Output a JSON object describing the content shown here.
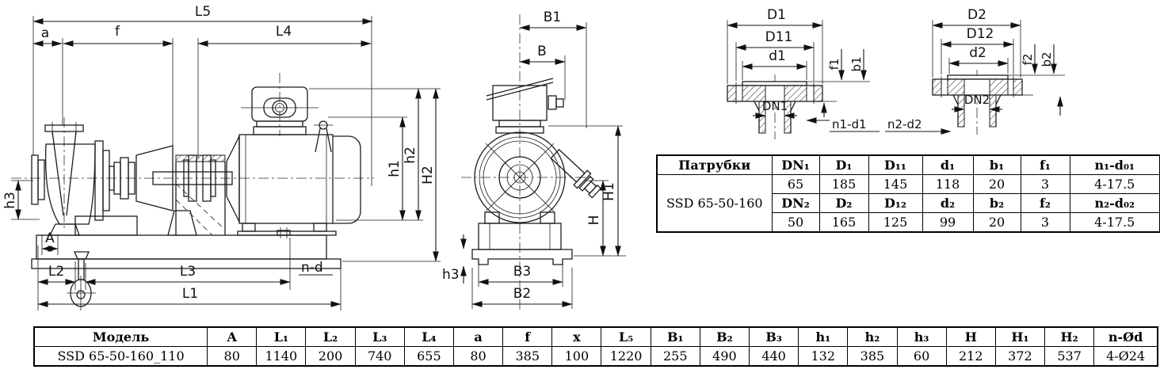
{
  "side_view": {
    "labels": {
      "L5": "L5",
      "a": "a",
      "f": "f",
      "L4": "L4",
      "h1": "h1",
      "h2": "h2",
      "H2": "H2",
      "h3": "h3",
      "A": "A",
      "L2": "L2",
      "L3": "L3",
      "n_d": "n-d",
      "L1": "L1"
    }
  },
  "front_view": {
    "labels": {
      "B1": "B1",
      "B": "B",
      "H": "H",
      "H1": "H1",
      "h3": "h3",
      "B3": "B3",
      "B2": "B2"
    }
  },
  "flange_suction": {
    "labels": {
      "D1": "D1",
      "D11": "D11",
      "d1": "d1",
      "DN1": "DN1",
      "f1": "f1",
      "b1": "b1",
      "n1_d1": "n1-d1"
    }
  },
  "flange_discharge": {
    "labels": {
      "D2": "D2",
      "D12": "D12",
      "d2": "d2",
      "DN2": "DN2",
      "f2": "f2",
      "b2": "b2",
      "n2_d2": "n2-d2"
    }
  },
  "nozzle_table": {
    "title": "Патрубки",
    "model": "SSD 65-50-160",
    "row1_headers": [
      "DN₁",
      "D₁",
      "D₁₁",
      "d₁",
      "b₁",
      "f₁",
      "n₁-d₀₁"
    ],
    "row1_values": [
      "65",
      "185",
      "145",
      "118",
      "20",
      "3",
      "4-17.5"
    ],
    "row2_headers": [
      "DN₂",
      "D₂",
      "D₁₂",
      "d₂",
      "b₂",
      "f₂",
      "n₂-d₀₂"
    ],
    "row2_values": [
      "50",
      "165",
      "125",
      "99",
      "20",
      "3",
      "4-17.5"
    ]
  },
  "model_table": {
    "headers": [
      "Модель",
      "A",
      "L₁",
      "L₂",
      "L₃",
      "L₄",
      "a",
      "f",
      "x",
      "L₅",
      "B₁",
      "B₂",
      "B₃",
      "h₁",
      "h₂",
      "h₃",
      "H",
      "H₁",
      "H₂",
      "n-Ød"
    ],
    "values": [
      "SSD 65-50-160_110",
      "80",
      "1140",
      "200",
      "740",
      "655",
      "80",
      "385",
      "100",
      "1220",
      "255",
      "490",
      "440",
      "132",
      "385",
      "60",
      "212",
      "372",
      "537",
      "4-Ø24"
    ]
  }
}
